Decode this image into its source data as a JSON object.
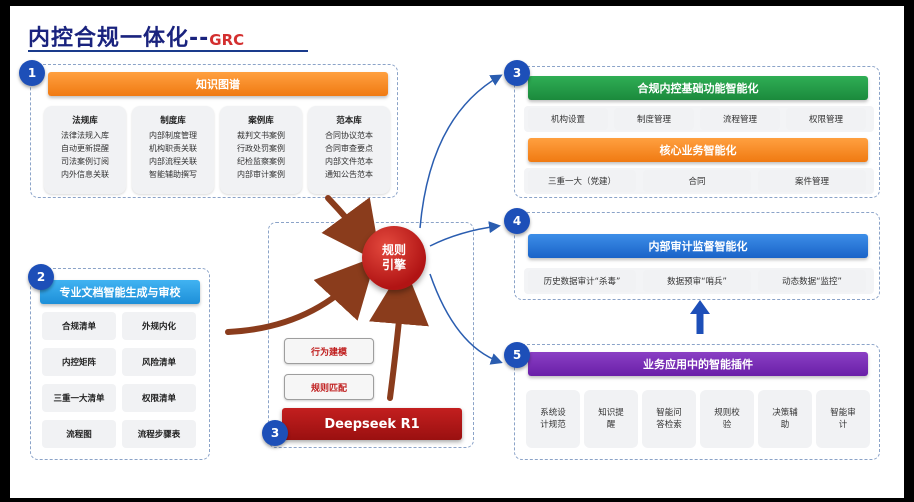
{
  "title": {
    "main": "内控合规一体化--",
    "sub": "GRC"
  },
  "colors": {
    "badge": "#1d4fb8",
    "engine": "#b11414",
    "accent_red": "#c02020"
  },
  "section1": {
    "badge": "1",
    "header": "知识图谱",
    "columns": [
      {
        "head": "法规库",
        "items": [
          "法律法规入库",
          "自动更新提醒",
          "司法案例订阅",
          "内外信息关联"
        ]
      },
      {
        "head": "制度库",
        "items": [
          "内部制度管理",
          "机构职责关联",
          "内部流程关联",
          "智能辅助撰写"
        ]
      },
      {
        "head": "案例库",
        "items": [
          "裁判文书案例",
          "行政处罚案例",
          "纪检监察案例",
          "内部审计案例"
        ]
      },
      {
        "head": "范本库",
        "items": [
          "合同协议范本",
          "合同审查要点",
          "内部文件范本",
          "通知公告范本"
        ]
      }
    ]
  },
  "section2": {
    "badge": "2",
    "header": "专业文档智能生成与审校",
    "cells": [
      "合规清单",
      "外规内化",
      "内控矩阵",
      "风险清单",
      "三重一大清单",
      "权限清单",
      "流程图",
      "流程步骤表"
    ]
  },
  "center": {
    "badge": "3",
    "engine": "规则\n引擎",
    "pills": [
      "行为建模",
      "规则匹配"
    ],
    "model": "Deepseek R1"
  },
  "section3": {
    "badge": "3",
    "header_top": "合规内控基础功能智能化",
    "top_items": [
      "机构设置",
      "制度管理",
      "流程管理",
      "权限管理"
    ],
    "header_mid": "核心业务智能化",
    "mid_items": [
      "三重一大（党建）",
      "合同",
      "案件管理"
    ]
  },
  "section4": {
    "badge": "4",
    "header": "内部审计监督智能化",
    "items": [
      "历史数据审计“杀毒”",
      "数据预审“哨兵”",
      "动态数据“监控”"
    ]
  },
  "section5": {
    "badge": "5",
    "header": "业务应用中的智能插件",
    "items": [
      "系统设\n计规范",
      "知识提\n醒",
      "智能问\n答检索",
      "规则校\n验",
      "决策辅\n助",
      "智能审\n计"
    ]
  }
}
